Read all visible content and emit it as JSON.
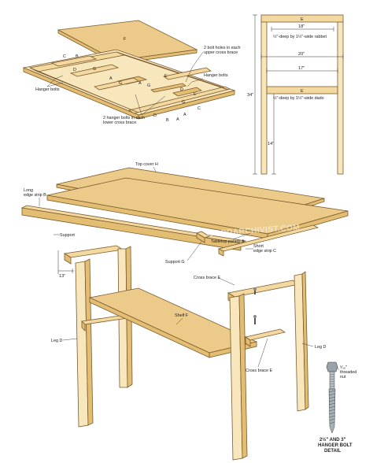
{
  "top_assembly": {
    "part_f": "F",
    "part_c": "C",
    "part_b": "B",
    "part_a": "A",
    "part_g": "G",
    "part_d": "D",
    "hanger_bolts": "Hanger bolts",
    "hanger_bolts_left": "Hanger bolts",
    "bolt_holes_upper": "2 bolt holes in each upper cross brace",
    "hanger_bolts_lower": "2 hanger bolts in each lower cross brace",
    "part_e": "E"
  },
  "side_view": {
    "part_e": "E",
    "dim_18": "18\"",
    "rabbet": "½\"-deep by 1½\"-wide rabbet",
    "dim_20": "20\"",
    "dim_17": "17\"",
    "dado": "½\"-deep by 1½\"-wide dado",
    "dim_34": "34\"",
    "dim_14": "14\""
  },
  "exploded": {
    "top_cover": "Top cover H",
    "long_edge_strip": "Long edge strip B",
    "support": "Support G",
    "support_left": "Support",
    "dim_13": "13\"",
    "tabletop_panels": "Tabletop panels A",
    "short_edge_strip": "Short edge strip C",
    "cross_brace_top": "Cross brace E",
    "shelf": "Shelf F",
    "leg_left": "Leg D",
    "leg_right": "Leg D",
    "cross_brace_bottom": "Cross brace E",
    "nut_label": "⁵⁄₁₆\" threaded nut",
    "hanger_detail_1": "2½\" AND 3\"",
    "hanger_detail_2": "HANGER BOLT",
    "hanger_detail_3": "DETAIL"
  },
  "watermark": "WOODARCHIVIST.COM"
}
